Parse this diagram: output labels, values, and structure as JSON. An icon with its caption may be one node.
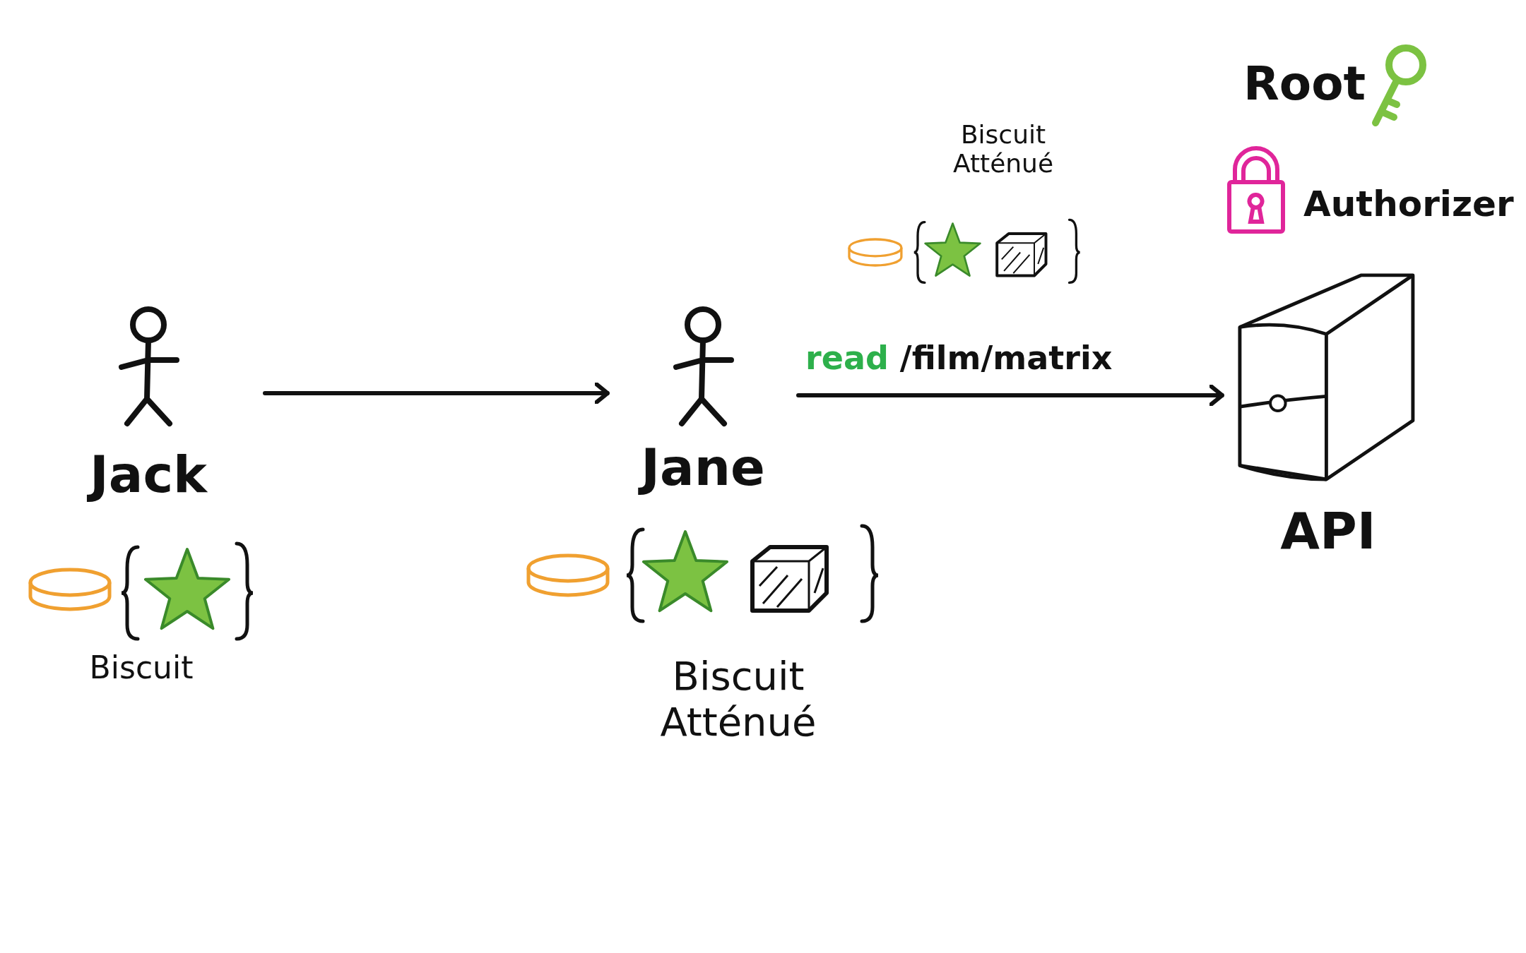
{
  "diagram": {
    "nodes": [
      {
        "text": [
          "Jack"
        ]
      },
      {
        "text": [
          "Jane"
        ]
      },
      {
        "text": [
          "API"
        ]
      }
    ],
    "edges": [
      {
        "from": 0,
        "to": 1,
        "arrow": "to"
      },
      {
        "from": 1,
        "to": 2,
        "arrow": "to",
        "label": "read /film/matrix"
      }
    ],
    "labels": [
      "Biscuit Atténué",
      "Biscuit",
      "Biscuit Atténué"
    ],
    "legend": [
      {
        "text": "Root"
      },
      {
        "text": "Authorizer"
      }
    ]
  }
}
